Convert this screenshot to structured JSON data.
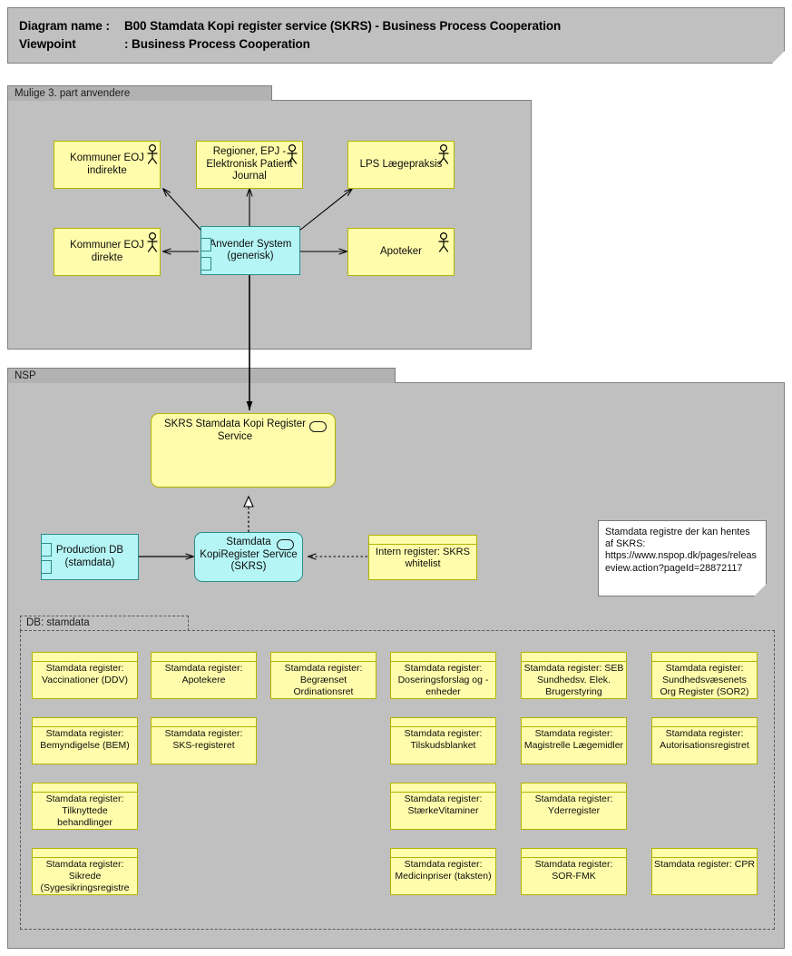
{
  "header": {
    "diagram_name_key": "Diagram name :",
    "diagram_name_value": "B00 Stamdata Kopi register service (SKRS) - Business Process Cooperation",
    "viewpoint_key": "Viewpoint",
    "viewpoint_value": ": Business Process Cooperation"
  },
  "groups": {
    "third_party": {
      "label": "Mulige 3. part anvendere"
    },
    "nsp": {
      "label": "NSP"
    },
    "db_stamdata": {
      "label": "DB: stamdata"
    }
  },
  "actors": [
    {
      "id": "kommuner-eoj-indirekte",
      "label": "Kommuner EOJ indirekte",
      "icon": "actor-icon"
    },
    {
      "id": "regioner-epj",
      "label": "Regioner, EPJ - Elektronisk Patient Journal",
      "icon": "actor-icon"
    },
    {
      "id": "lps-laegepraksis",
      "label": "LPS Lægepraksis",
      "icon": "actor-icon"
    },
    {
      "id": "kommuner-eoj-direkte",
      "label": "Kommuner EOJ direkte",
      "icon": "actor-icon"
    },
    {
      "id": "apoteker",
      "label": "Apoteker",
      "icon": "actor-icon"
    }
  ],
  "components": {
    "anvender_system": {
      "label": "Anvender System (generisk)",
      "icon": "component-icon"
    },
    "production_db": {
      "label": "Production DB (stamdata)",
      "icon": "component-icon"
    },
    "skrs_kopiregister": {
      "label": "Stamdata KopiRegister Service (SKRS)",
      "icon": "application-service-icon"
    }
  },
  "services": {
    "skrs_service": {
      "label": "SKRS Stamdata Kopi Register Service",
      "icon": "application-service-icon"
    }
  },
  "internal_register": {
    "label": "Intern register: SKRS whitelist"
  },
  "note": {
    "text": "Stamdata registre der kan hentes af SKRS: https://www.nspop.dk/pages/releaseview.action?pageId=28872117"
  },
  "registers": [
    {
      "label": "Stamdata register: Vaccinationer (DDV)",
      "col": 0,
      "row": 0
    },
    {
      "label": "Stamdata register: Apotekere",
      "col": 1,
      "row": 0
    },
    {
      "label": "Stamdata register: Begrænset Ordinationsret",
      "col": 2,
      "row": 0
    },
    {
      "label": "Stamdata register: Doseringsforslag og -enheder",
      "col": 3,
      "row": 0
    },
    {
      "label": "Stamdata register: SEB Sundhedsv. Elek. Brugerstyring",
      "col": 4,
      "row": 0
    },
    {
      "label": "Stamdata register: Sundhedsvæsenets Org Register (SOR2)",
      "col": 5,
      "row": 0
    },
    {
      "label": "Stamdata register: Bemyndigelse (BEM)",
      "col": 0,
      "row": 1
    },
    {
      "label": "Stamdata register: SKS-registeret",
      "col": 1,
      "row": 1
    },
    {
      "label": "Stamdata register: Tilskudsblanket",
      "col": 3,
      "row": 1
    },
    {
      "label": "Stamdata register: Magistrelle Lægemidler",
      "col": 4,
      "row": 1
    },
    {
      "label": "Stamdata register: Autorisationsregistret",
      "col": 5,
      "row": 1
    },
    {
      "label": "Stamdata register: Tilknyttede behandlinger",
      "col": 0,
      "row": 2
    },
    {
      "label": "Stamdata register: StærkeVitaminer",
      "col": 3,
      "row": 2
    },
    {
      "label": "Stamdata register: Yderregister",
      "col": 4,
      "row": 2
    },
    {
      "label": "Stamdata register: Sikrede (Sygesikringsregistre",
      "col": 0,
      "row": 3
    },
    {
      "label": "Stamdata register: Medicinpriser (taksten)",
      "col": 3,
      "row": 3
    },
    {
      "label": "Stamdata register: SOR-FMK",
      "col": 4,
      "row": 3
    },
    {
      "label": "Stamdata register: CPR",
      "col": 5,
      "row": 3
    }
  ],
  "colors": {
    "business_fill": "#fffcab",
    "business_stroke": "#b3b300",
    "application_fill": "#b5f5f5",
    "application_stroke": "#2e8b8b",
    "group_fill": "#c0c0c0",
    "group_tab_fill": "#b2b2b2",
    "group_stroke": "#808080",
    "note_fill": "#ffffff",
    "line": "#000000"
  }
}
